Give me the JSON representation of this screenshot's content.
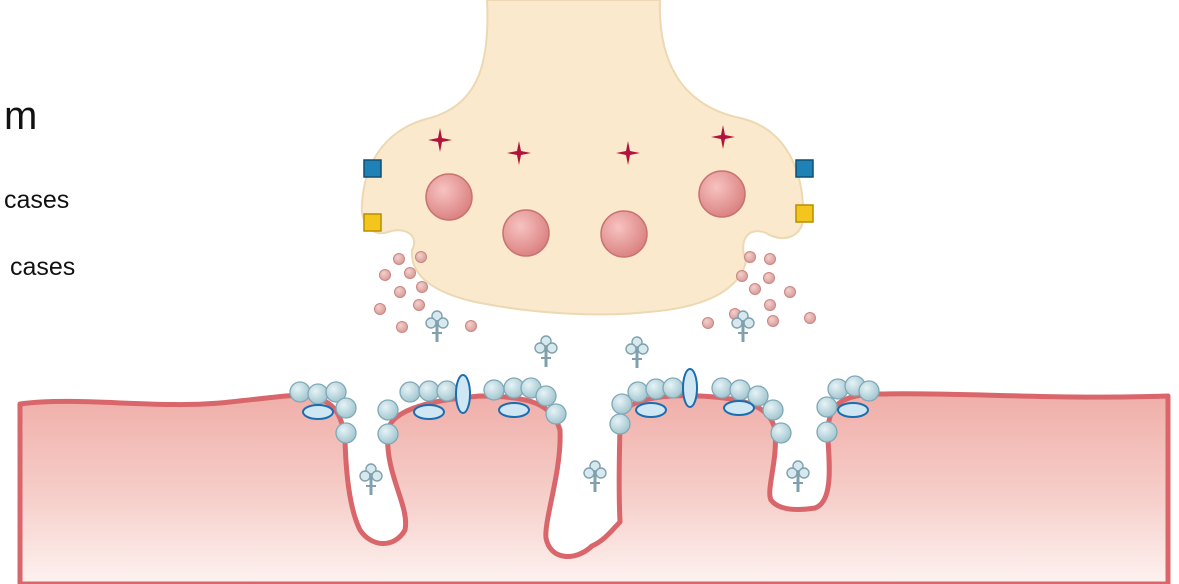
{
  "text": {
    "title_fragment": "m",
    "bullets": [
      "cases",
      "cases"
    ]
  },
  "colors": {
    "nerve_terminal": "#fbe9cd",
    "nerve_terminal_edge": "#eddcb8",
    "vesicle": "#de8f8f",
    "vesicle_edge": "#c97272",
    "neurotransmitter_star": "#b3123a",
    "muscle_membrane": "#d9666a",
    "muscle_fill": "#f1b9b4",
    "receptor_bead": "#bcd8df",
    "receptor_bead_edge": "#7fa8b6",
    "channel_ellipse": "#cfe6f3",
    "channel_edge": "#1a6db0",
    "marker_blue": "#1f82b6",
    "marker_yellow": "#f3c51d"
  },
  "icons": [
    "neurotransmitter-star",
    "synaptic-vesicle",
    "acetylcholinesterase",
    "receptor-cluster",
    "ion-channel",
    "membrane-marker"
  ]
}
